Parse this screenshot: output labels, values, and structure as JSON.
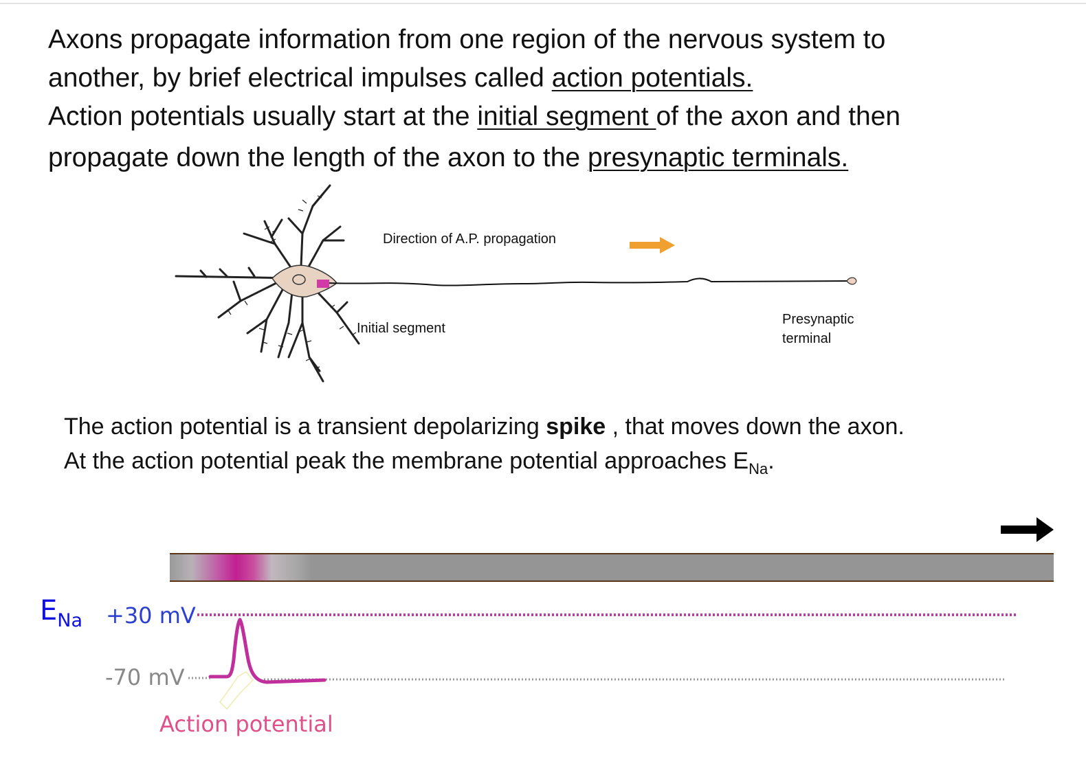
{
  "intro": {
    "line1": "Axons propagate information from one region of the nervous system to",
    "line2_pre": "another, by brief electrical impulses called ",
    "line2_link": "action potentials.",
    "line3_pre": "Action potentials usually start at the ",
    "line3_link": "initial segment ",
    "line3_post": "of the axon and then",
    "line4_pre": "propagate down the length of the axon to the ",
    "line4_link": "presynaptic terminals."
  },
  "neuron_diagram": {
    "direction_label": "Direction of A.P. propagation",
    "initial_segment_label": "Initial segment",
    "presynaptic_label_line1": "Presynaptic",
    "presynaptic_label_line2": "terminal",
    "colors": {
      "arrow": "#f0a030",
      "initial_segment": "#d23aa8",
      "soma": "#e8d3c3"
    }
  },
  "spike_text": {
    "line1_pre": "The action potential is a transient depolarizing ",
    "line1_bold": "spike",
    "line1_post": " , that moves down the axon.",
    "line2_pre": "At the action potential peak the membrane potential approaches E",
    "line2_sub": "Na",
    "line2_post": "."
  },
  "axon_bar": {
    "colors": {
      "bar": "#959595",
      "border": "#5a3618",
      "spike": "#c0208f",
      "arrow": "#000000"
    }
  },
  "potential_graph": {
    "ena_label": "E",
    "ena_sub": "Na",
    "top_level": "+30 mV",
    "rest_level": "-70 mV",
    "trace_label": "Action potential",
    "colors": {
      "ena": "#1010e0",
      "top_level": "#2b3fd0",
      "rest_level": "#888888",
      "trace": "#c0309c",
      "trace_label": "#e0508a"
    }
  }
}
